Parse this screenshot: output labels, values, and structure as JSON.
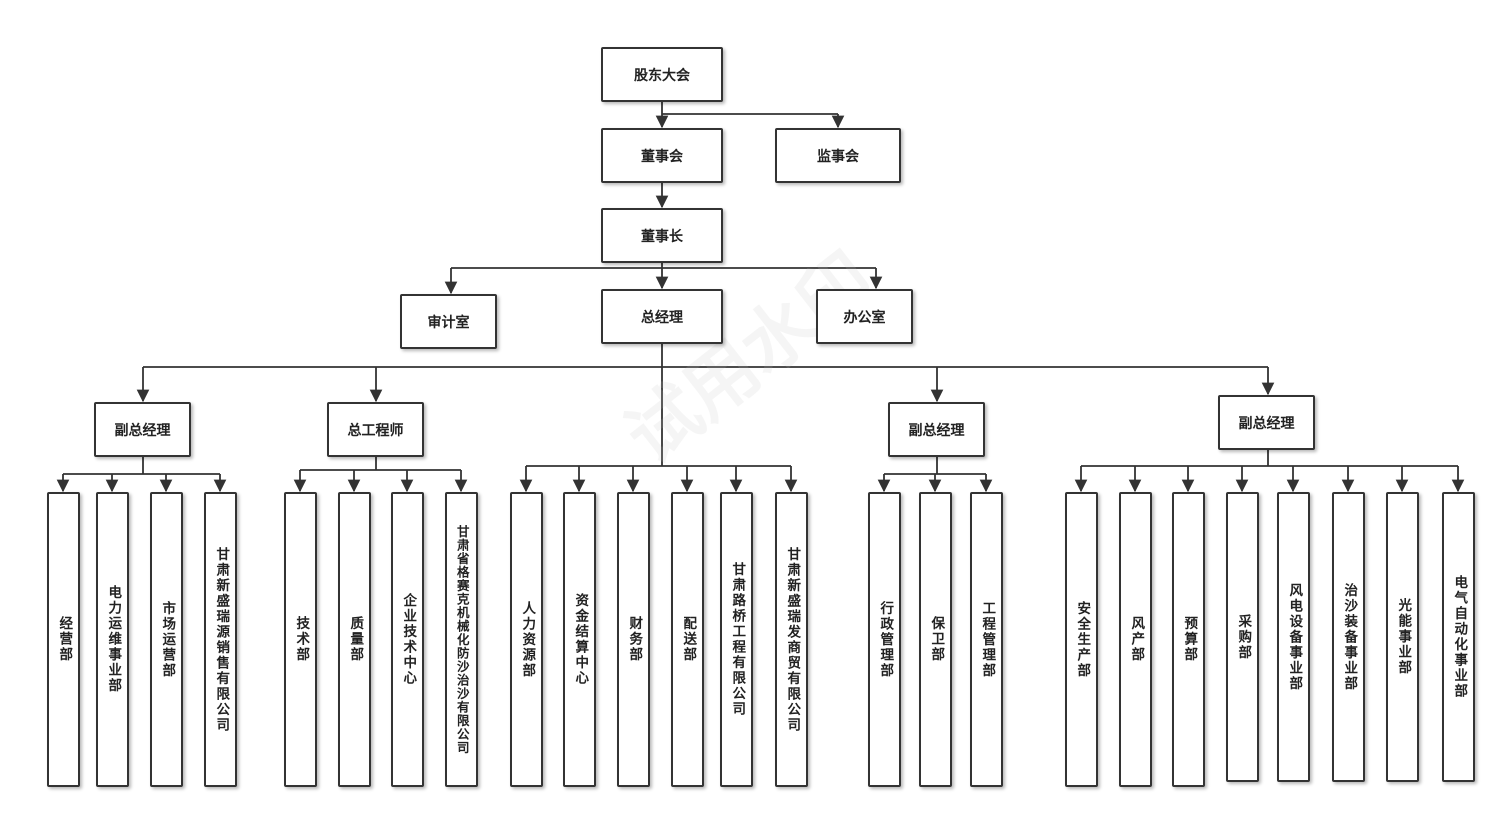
{
  "top": {
    "shareholders": "股东大会",
    "board": "董事会",
    "supervisory": "监事会",
    "chairman": "董事长",
    "audit": "审计室",
    "gm": "总经理",
    "office": "办公室"
  },
  "managers": {
    "vp1": "副总经理",
    "chief_engineer": "总工程师",
    "vp2": "副总经理",
    "vp3": "副总经理"
  },
  "departments": {
    "vp1": [
      "经营部",
      "电力运维事业部",
      "市场运营部",
      "甘肃新盛瑞源销售有限公司"
    ],
    "chief_engineer": [
      "技术部",
      "质量部",
      "企业技术中心",
      "甘肃省格赛克机械化防沙治沙有限公司"
    ],
    "gm_direct": [
      "人力资源部",
      "资金结算中心",
      "财务部",
      "配送部",
      "甘肃路桥工程有限公司",
      "甘肃新盛瑞发商贸有限公司"
    ],
    "vp2": [
      "行政管理部",
      "保卫部",
      "工程管理部"
    ],
    "vp3": [
      "安全生产部",
      "风产部",
      "预算部",
      "采购部",
      "风电设备事业部",
      "治沙装备事业部",
      "光能事业部",
      "电气自动化事业部"
    ]
  },
  "watermark": "试用水印"
}
